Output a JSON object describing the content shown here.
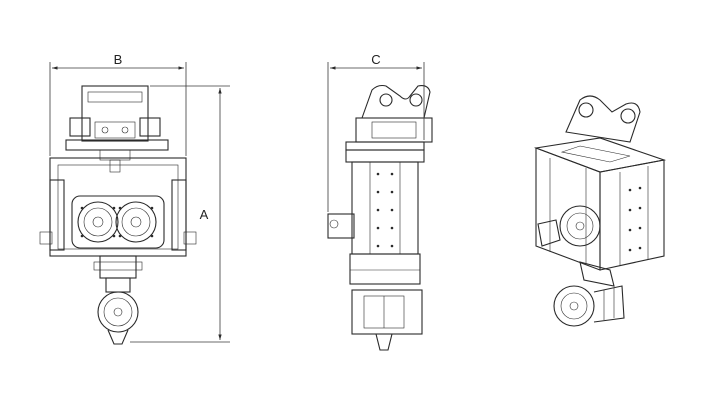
{
  "dimensions": {
    "a": "A",
    "b": "B",
    "c": "C"
  },
  "colors": {
    "line": "#2a2a2a",
    "background": "#ffffff"
  }
}
